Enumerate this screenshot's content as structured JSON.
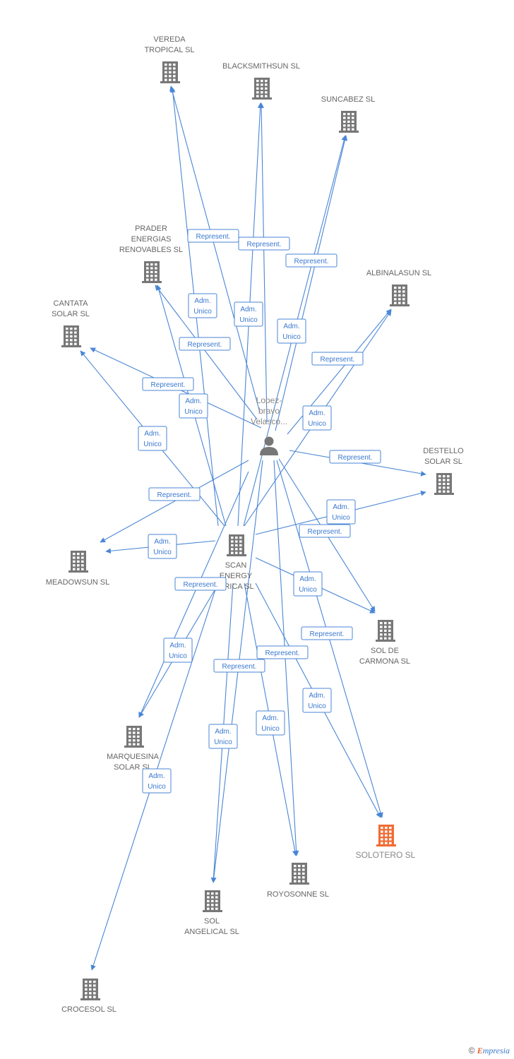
{
  "colors": {
    "edge": "#4a86d6",
    "building": "#777777",
    "building_highlight": "#f26b33",
    "person": "#777777"
  },
  "icons": {
    "company": "building-icon",
    "person": "person-icon"
  },
  "person": {
    "label_lines": [
      "Lopez-",
      "bravo",
      "Velasco..."
    ]
  },
  "companies": [
    {
      "id": "vereda",
      "label_lines": [
        "VEREDA",
        "TROPICAL SL"
      ]
    },
    {
      "id": "blacksmith",
      "label_lines": [
        "BLACKSMITHSUN SL"
      ]
    },
    {
      "id": "suncabez",
      "label_lines": [
        "SUNCABEZ SL"
      ]
    },
    {
      "id": "prader",
      "label_lines": [
        "PRADER",
        "ENERGIAS",
        "RENOVABLES SL"
      ]
    },
    {
      "id": "albinalasun",
      "label_lines": [
        "ALBINALASUN SL"
      ]
    },
    {
      "id": "cantata",
      "label_lines": [
        "CANTATA",
        "SOLAR SL"
      ]
    },
    {
      "id": "destello",
      "label_lines": [
        "DESTELLO",
        "SOLAR SL"
      ]
    },
    {
      "id": "meadowsun",
      "label_lines": [
        "MEADOWSUN SL"
      ]
    },
    {
      "id": "scan",
      "label_lines": [
        "SCAN",
        "ENERGY",
        "...RICA SL"
      ]
    },
    {
      "id": "solcarmona",
      "label_lines": [
        "SOL DE",
        "CARMONA SL"
      ]
    },
    {
      "id": "marquesina",
      "label_lines": [
        "MARQUESINA",
        "SOLAR SL"
      ]
    },
    {
      "id": "solotero",
      "label_lines": [
        "SOLOTERO SL"
      ],
      "highlight": true
    },
    {
      "id": "royosonne",
      "label_lines": [
        "ROYOSONNE SL"
      ]
    },
    {
      "id": "solangelical",
      "label_lines": [
        "SOL",
        "ANGELICAL SL"
      ]
    },
    {
      "id": "crocesol",
      "label_lines": [
        "CROCESOL SL"
      ]
    }
  ],
  "edge_labels": [
    {
      "id": "l1",
      "lines": [
        "Represent."
      ]
    },
    {
      "id": "l2",
      "lines": [
        "Represent."
      ]
    },
    {
      "id": "l3",
      "lines": [
        "Represent."
      ]
    },
    {
      "id": "l4",
      "lines": [
        "Adm.",
        "Unico"
      ]
    },
    {
      "id": "l5",
      "lines": [
        "Adm.",
        "Unico"
      ]
    },
    {
      "id": "l6",
      "lines": [
        "Adm.",
        "Unico"
      ]
    },
    {
      "id": "l7",
      "lines": [
        "Represent."
      ]
    },
    {
      "id": "l8",
      "lines": [
        "Represent."
      ]
    },
    {
      "id": "l9",
      "lines": [
        "Represent."
      ]
    },
    {
      "id": "l10",
      "lines": [
        "Adm.",
        "Unico"
      ]
    },
    {
      "id": "l11",
      "lines": [
        "Adm.",
        "Unico"
      ]
    },
    {
      "id": "l12",
      "lines": [
        "Adm.",
        "Unico"
      ]
    },
    {
      "id": "l13",
      "lines": [
        "Represent."
      ]
    },
    {
      "id": "l14",
      "lines": [
        "Represent."
      ]
    },
    {
      "id": "l15",
      "lines": [
        "Adm.",
        "Unico"
      ]
    },
    {
      "id": "l16",
      "lines": [
        "Represent."
      ]
    },
    {
      "id": "l17",
      "lines": [
        "Adm.",
        "Unico"
      ]
    },
    {
      "id": "l18",
      "lines": [
        "Represent."
      ]
    },
    {
      "id": "l19",
      "lines": [
        "Adm.",
        "Unico"
      ]
    },
    {
      "id": "l20",
      "lines": [
        "Represent."
      ]
    },
    {
      "id": "l21",
      "lines": [
        "Adm.",
        "Unico"
      ]
    },
    {
      "id": "l22",
      "lines": [
        "Represent."
      ]
    },
    {
      "id": "l23",
      "lines": [
        "Represent."
      ]
    },
    {
      "id": "l24",
      "lines": [
        "Adm.",
        "Unico"
      ]
    },
    {
      "id": "l25",
      "lines": [
        "Adm.",
        "Unico"
      ]
    },
    {
      "id": "l26",
      "lines": [
        "Adm.",
        "Unico"
      ]
    },
    {
      "id": "l27",
      "lines": [
        "Adm.",
        "Unico"
      ]
    }
  ],
  "footer": {
    "copyright": "©",
    "brand_initial": "E",
    "brand_rest": "mpresia"
  }
}
